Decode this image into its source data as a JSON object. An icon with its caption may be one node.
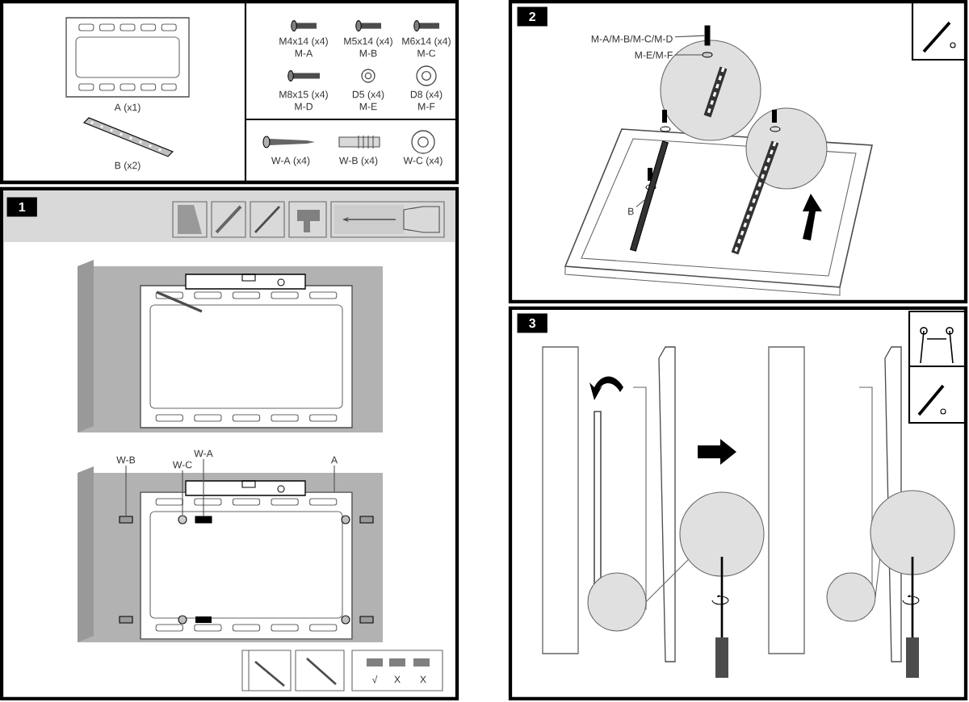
{
  "diagram": {
    "nodes": [
      {
        "text": [
          "W-B"
        ]
      },
      {
        "text": [
          "W-C"
        ]
      },
      {
        "text": [
          "W-A"
        ]
      },
      {
        "text": [
          "A"
        ]
      },
      {
        "text": [
          "M-A/M-B/M-C/M-D"
        ]
      },
      {
        "text": [
          "M-E/M-F"
        ]
      },
      {
        "text": [
          "B"
        ]
      },
      {
        "text": [],
        "shape": "box"
      },
      {
        "text": [],
        "shape": "circle",
        "in": 10
      },
      {
        "text": [],
        "shape": "box",
        "in": 10
      },
      {
        "text": [],
        "shape": "box"
      },
      {
        "text": [],
        "shape": "box"
      },
      {
        "text": [],
        "shape": "circle"
      },
      {
        "text": [],
        "shape": "bar"
      }
    ],
    "edges": [
      {
        "from": 0,
        "to": 7,
        "arrow": "none"
      },
      {
        "from": 1,
        "to": 8,
        "arrow": "none"
      },
      {
        "from": 2,
        "to": 9,
        "arrow": "none"
      },
      {
        "from": 3,
        "to": 10,
        "arrow": "none"
      },
      {
        "from": 4,
        "to": 11,
        "arrow": "none"
      },
      {
        "from": 5,
        "to": 12,
        "arrow": "none"
      },
      {
        "from": 6,
        "to": 13,
        "arrow": "none"
      }
    ],
    "labels": [
      "A (x1)",
      "B (x2)",
      "M4x14 (x4)",
      "M-A",
      "M5x14 (x4)",
      "M-B",
      "M6x14 (x4)",
      "M-C",
      "M8x15 (x4)",
      "M-D",
      "D5 (x4)",
      "M-E",
      "D8 (x4)",
      "M-F",
      "W-A (x4)",
      "W-B (x4)",
      "W-C (x4)",
      "1",
      "√",
      "X",
      "X",
      "2",
      "3"
    ]
  }
}
